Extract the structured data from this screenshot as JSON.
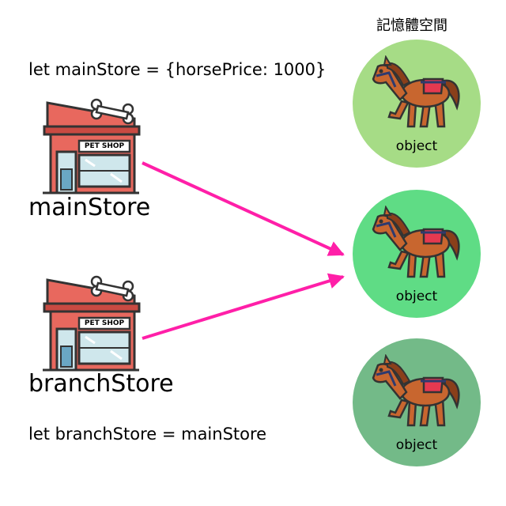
{
  "memory": {
    "title": "記憶體空間",
    "objects": [
      {
        "label": "object",
        "color": "#a6dc86"
      },
      {
        "label": "object",
        "color": "#5fdc85"
      },
      {
        "label": "object",
        "color": "#73ba88"
      }
    ]
  },
  "code": {
    "main_decl": "let mainStore = {horsePrice: 1000}",
    "branch_decl": "let branchStore = mainStore"
  },
  "stores": {
    "main": {
      "name": "mainStore",
      "sign": "PET SHOP"
    },
    "branch": {
      "name": "branchStore",
      "sign": "PET SHOP"
    }
  },
  "colors": {
    "arrow": "#ff1fa8",
    "shop_wall": "#e8685e",
    "horse_body": "#c8662f"
  }
}
